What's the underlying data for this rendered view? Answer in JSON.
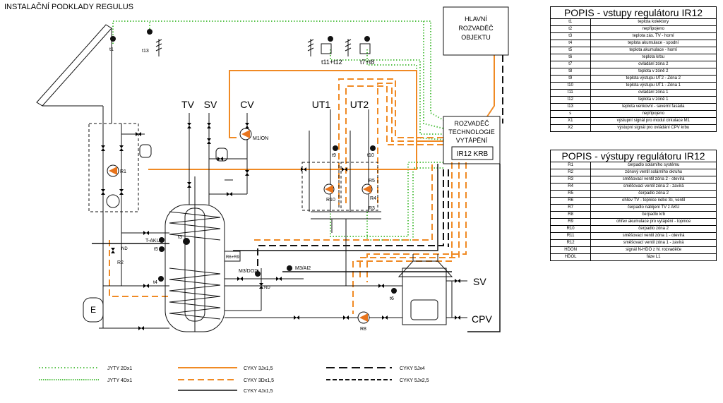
{
  "title": "INSTALAČNÍ PODKLADY REGULUS",
  "inputs_table": {
    "caption": "POPIS - vstupy regulátoru IR12",
    "rows": [
      {
        "code": "t1",
        "desc": "teplota kolektory"
      },
      {
        "code": "t2",
        "desc": "nepřipojeno"
      },
      {
        "code": "t3",
        "desc": "teplota zás. TV - horní"
      },
      {
        "code": "t4",
        "desc": "teplota akumulace - spodní"
      },
      {
        "code": "t5",
        "desc": "teplota akumulace - horní"
      },
      {
        "code": "t6",
        "desc": "teplota krbu"
      },
      {
        "code": "t7",
        "desc": "ovládání zóna 2"
      },
      {
        "code": "t8",
        "desc": "teplota v zóně 2"
      },
      {
        "code": "t9",
        "desc": "teplota výstupu UT2 - Zóna 2"
      },
      {
        "code": "t10",
        "desc": "teplota výstupu UT1 - Zóna 1"
      },
      {
        "code": "t11",
        "desc": "ovládání zóna 1"
      },
      {
        "code": "t12",
        "desc": "teplota v zóně 1"
      },
      {
        "code": "t13",
        "desc": "teplota venkovní - severní fasáda"
      },
      {
        "code": "s",
        "desc": "nepřipojeno"
      },
      {
        "code": "X1",
        "desc": "výstupní signál pro modul cirkulace M1"
      },
      {
        "code": "X2",
        "desc": "výstupní signál pro ovládání CPV krbu"
      }
    ]
  },
  "outputs_table": {
    "caption": "POPIS - výstupy regulátoru IR12",
    "rows": [
      {
        "code": "R1",
        "desc": "čerpadlo solárního systému"
      },
      {
        "code": "R2",
        "desc": "zónový ventil solárního okruhu"
      },
      {
        "code": "R3",
        "desc": "směšovací ventil zóna 2 - otevírá"
      },
      {
        "code": "R4",
        "desc": "směšovací ventil zóna 2 - zavírá"
      },
      {
        "code": "R5",
        "desc": "čerpadlo zóna 2"
      },
      {
        "code": "R6",
        "desc": "ohřev TV - topnice nebo 3c, ventil"
      },
      {
        "code": "R7",
        "desc": "čerpadlo nabíjení TV z AKU"
      },
      {
        "code": "R8",
        "desc": "čerpadlo krb"
      },
      {
        "code": "R9",
        "desc": "ohřev akumulace pro vytápění - topnice"
      },
      {
        "code": "R10",
        "desc": "čerpadlo zóna 2"
      },
      {
        "code": "R11",
        "desc": "směšovací ventil zóna 1 - otevírá"
      },
      {
        "code": "R12",
        "desc": "směšovací ventil zóna 1 - zavírá"
      },
      {
        "code": "HDON",
        "desc": "signál N-HDO z hl. rozvaděče"
      },
      {
        "code": "HDOL",
        "desc": "fáze L1"
      }
    ]
  },
  "diagram": {
    "hlavni": [
      "HLAVNÍ",
      "ROZVADĚČ",
      "OBJEKTU"
    ],
    "rozvadec": [
      "ROZVADĚČ",
      "TECHNOLOGIE",
      "VYTÁPĚNÍ"
    ],
    "ir12": "IR12 KRB",
    "tv": "TV",
    "sv": "SV",
    "cv": "CV",
    "ut1": "UT1",
    "ut2": "UT2",
    "sv_right": "SV",
    "cpv": "CPV",
    "m1": "M1/ON",
    "m3do2": "M3/DO2",
    "m3ai2": "M3/AI2",
    "taku": "T-AKU",
    "r6r9": "R6+R9",
    "r1": "R1",
    "r2": "R2",
    "r8": "R8",
    "r10": "R10",
    "r5": "R5",
    "r3": "R3",
    "r4": "R4",
    "t1": "t1",
    "t13": "t13",
    "t3": "t3",
    "t4": "t4",
    "t5": "t5",
    "t6": "t6",
    "t9": "t9",
    "t10": "t10",
    "t11t12": "t11+t12",
    "t7t8": "t7+t8",
    "nd": "ND",
    "e": "E"
  },
  "legend": [
    {
      "label": "JYTY 2Dx1",
      "style": "dotted-green"
    },
    {
      "label": "JYTY 4Dx1",
      "style": "dotted-green-wide"
    },
    {
      "label": "CYKY 3Jx1,5",
      "style": "solid-orange"
    },
    {
      "label": "CYKY 3Dx1,5",
      "style": "dashed-orange"
    },
    {
      "label": "CYKY 4Jx1,5",
      "style": "solid-black"
    },
    {
      "label": "CYKY 5Jx4",
      "style": "dashed-black"
    },
    {
      "label": "CYKY 5Jx2,5",
      "style": "dashed-black-thin"
    }
  ],
  "colors": {
    "orange": "#f08a24",
    "green": "#57c24a",
    "black": "#111111"
  }
}
